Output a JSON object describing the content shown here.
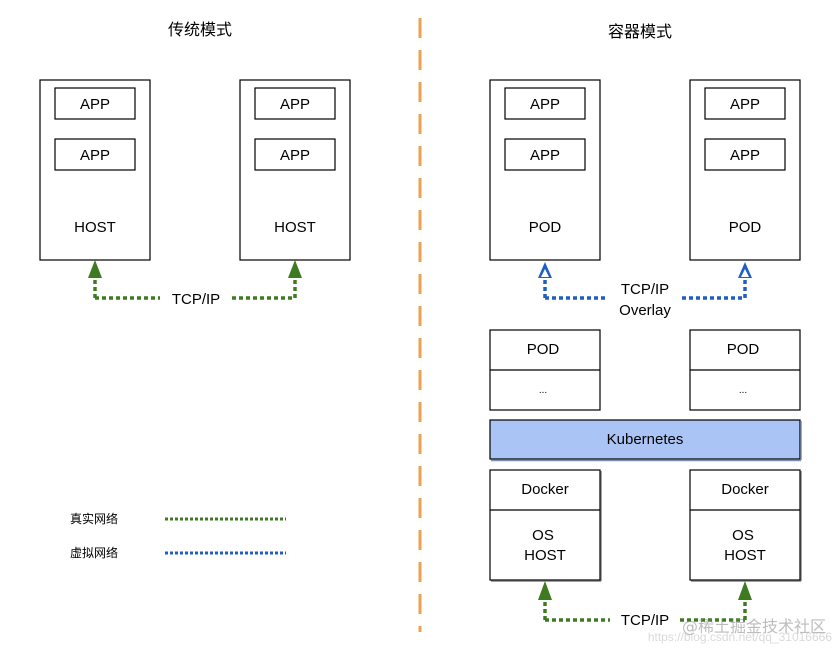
{
  "sections": {
    "traditional_title": "传统模式",
    "container_title": "容器模式"
  },
  "app_label": "APP",
  "host_label": "HOST",
  "pod_label": "POD",
  "pod_ellipsis": "...",
  "tcpip_label": "TCP/IP",
  "overlay_label": "Overlay",
  "kubernetes_label": "Kubernetes",
  "docker_label": "Docker",
  "os_label": "OS",
  "legend": {
    "real_network": "真实网络",
    "virtual_network": "虚拟网络"
  },
  "watermark": "@稀土掘金技术社区",
  "watermark_url": "https://blog.csdn.net/qq_31016666",
  "colors": {
    "real_network": "#3d7a20",
    "virtual_network": "#1f5fc4",
    "divider": "#f0a050",
    "kubernetes_fill": "#a9c4f5"
  }
}
